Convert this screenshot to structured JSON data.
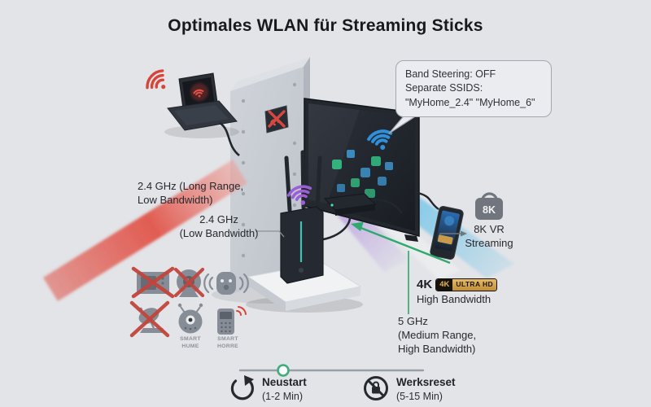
{
  "title": "Optimales WLAN für Streaming Sticks",
  "callout": {
    "line1": "Band Steering: OFF",
    "line2": "Separate SSIDS:",
    "line3": "\"MyHome_2.4\" \"MyHome_6\""
  },
  "labels": {
    "band24_long": {
      "line1": "2.4 GHz (Long Range,",
      "line2": "Low Bandwidth)"
    },
    "band24_low": {
      "line1": "2.4 GHz",
      "line2": "(Low Bandwidth)"
    },
    "vr": {
      "icon_text": "8K",
      "line1": "8K VR",
      "line2": "Streaming"
    },
    "uhd": {
      "prefix": "4K",
      "badge_4k": "4K",
      "badge_ultra": "ULTRA HD",
      "line2": "High Bandwidth"
    },
    "band5": {
      "line1": "5 GHz",
      "line2": "(Medium Range,",
      "line3": "High Bandwidth)"
    }
  },
  "device_labels": {
    "smart_home_1": {
      "line1": "SMART",
      "line2": "HUME"
    },
    "smart_home_2": {
      "line1": "SMART",
      "line2": "HORRE"
    }
  },
  "footer": {
    "restart": {
      "label": "Neustart",
      "duration": "(1-2 Min)"
    },
    "factory_reset": {
      "label": "Werksreset",
      "duration": "(5-15 Min)"
    }
  },
  "icons": {
    "blocked_interference": [
      "microwave-icon",
      "webcam-icon",
      "satellite-tv-icon"
    ],
    "other_devices": [
      "baby-monitor-icon",
      "smart-home-robot-icon",
      "cordless-phone-icon"
    ],
    "footer": [
      "restart-icon",
      "factory-reset-icon"
    ],
    "wireless": [
      "wifi-red-icon",
      "wifi-blue-icon",
      "wifi-purple-icon",
      "vr-8k-icon"
    ]
  },
  "colors": {
    "background": "#e2e4e8",
    "accent_red": "#d8433a",
    "accent_cyan": "#45b6e8",
    "accent_purple": "#9a66d8",
    "accent_green": "#2fa96e",
    "badge_gold": "#d2a14a",
    "device_dark": "#23272e"
  }
}
